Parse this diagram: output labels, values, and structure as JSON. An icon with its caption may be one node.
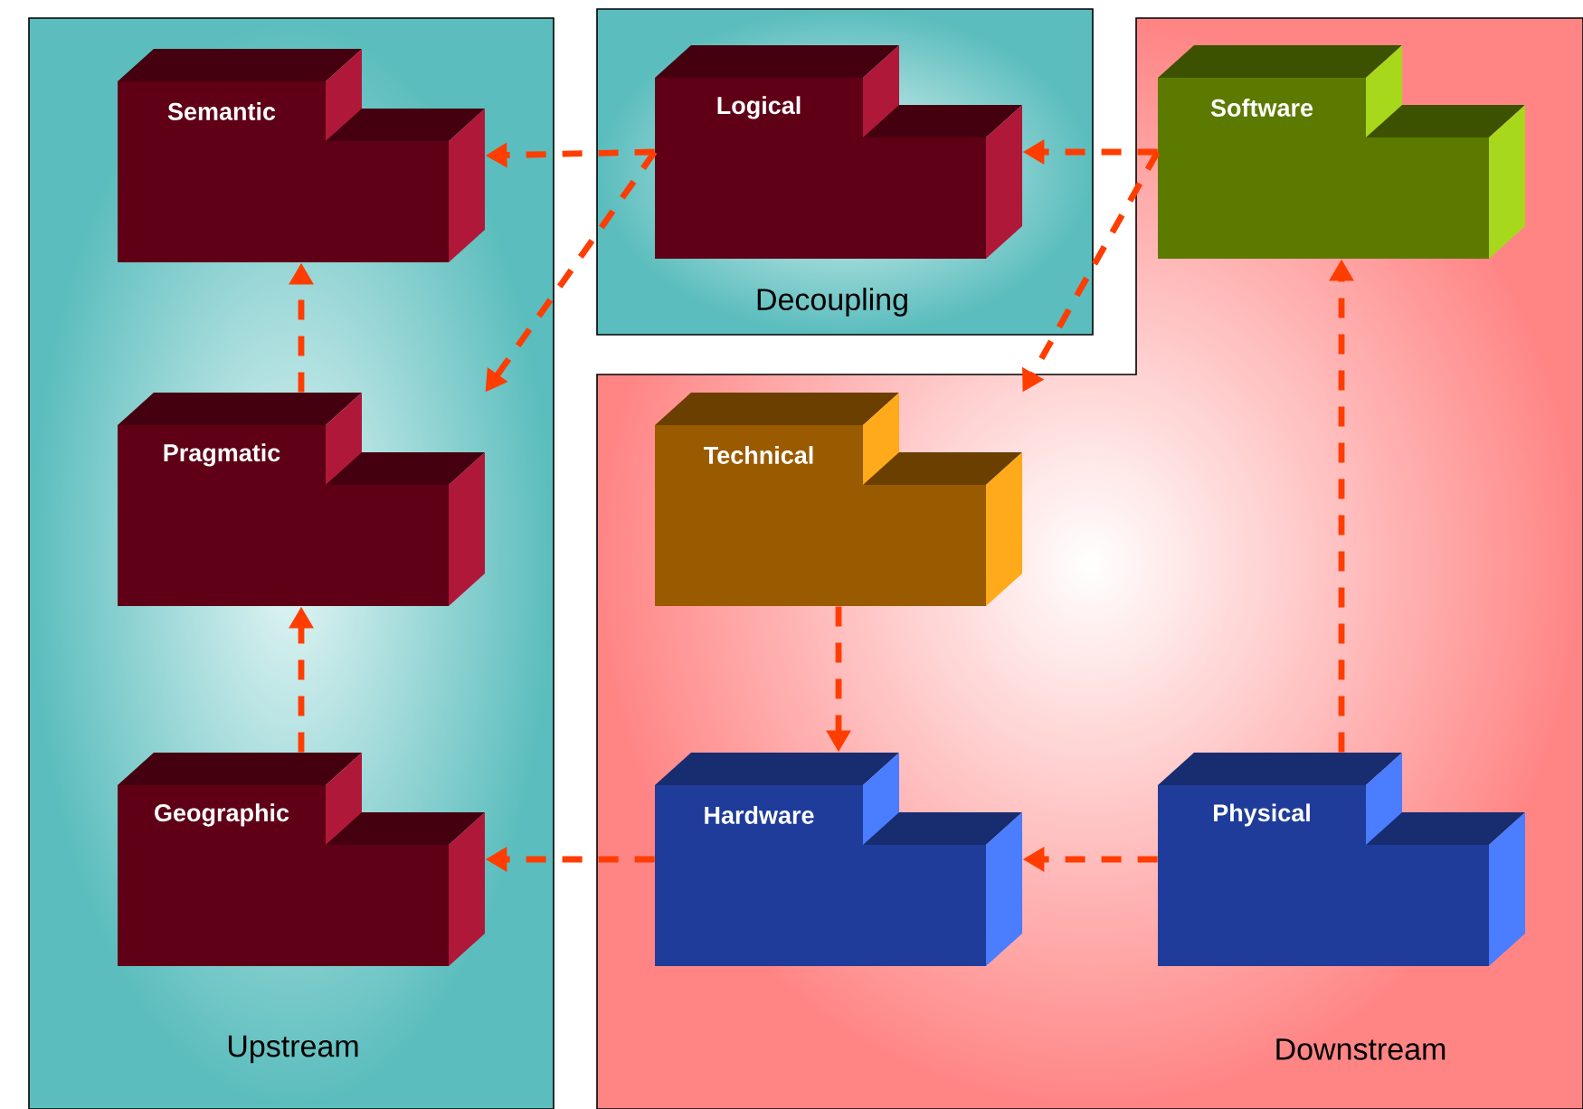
{
  "diagram": {
    "nodes": [
      {
        "text": [
          "Upstream"
        ]
      },
      {
        "text": [
          "Semantic"
        ],
        "in": 0
      },
      {
        "text": [
          "Pragmatic"
        ],
        "in": 0
      },
      {
        "text": [
          "Geographic"
        ],
        "in": 0
      },
      {
        "text": [
          "Decoupling"
        ]
      },
      {
        "text": [
          "Logical"
        ],
        "in": 4
      },
      {
        "text": [
          "Downstream"
        ]
      },
      {
        "text": [
          "Software"
        ],
        "in": 6
      },
      {
        "text": [
          "Technical"
        ],
        "in": 6
      },
      {
        "text": [
          "Hardware"
        ],
        "in": 6
      },
      {
        "text": [
          "Physical"
        ],
        "in": 6
      }
    ],
    "edges": [
      {
        "from": 5,
        "to": 1,
        "arrow": "to",
        "style": "dashed"
      },
      {
        "from": 5,
        "to": 2,
        "arrow": "to",
        "style": "dashed"
      },
      {
        "from": 7,
        "to": 5,
        "arrow": "to",
        "style": "dashed"
      },
      {
        "from": 7,
        "to": 8,
        "arrow": "to",
        "style": "dashed"
      },
      {
        "from": 2,
        "to": 1,
        "arrow": "to",
        "style": "dashed"
      },
      {
        "from": 3,
        "to": 2,
        "arrow": "to",
        "style": "dashed"
      },
      {
        "from": 8,
        "to": 9,
        "arrow": "to",
        "style": "dashed"
      },
      {
        "from": 9,
        "to": 3,
        "arrow": "to",
        "style": "dashed"
      },
      {
        "from": 10,
        "to": 9,
        "arrow": "to",
        "style": "dashed"
      },
      {
        "from": 10,
        "to": 7,
        "arrow": "to",
        "style": "dashed"
      }
    ]
  }
}
